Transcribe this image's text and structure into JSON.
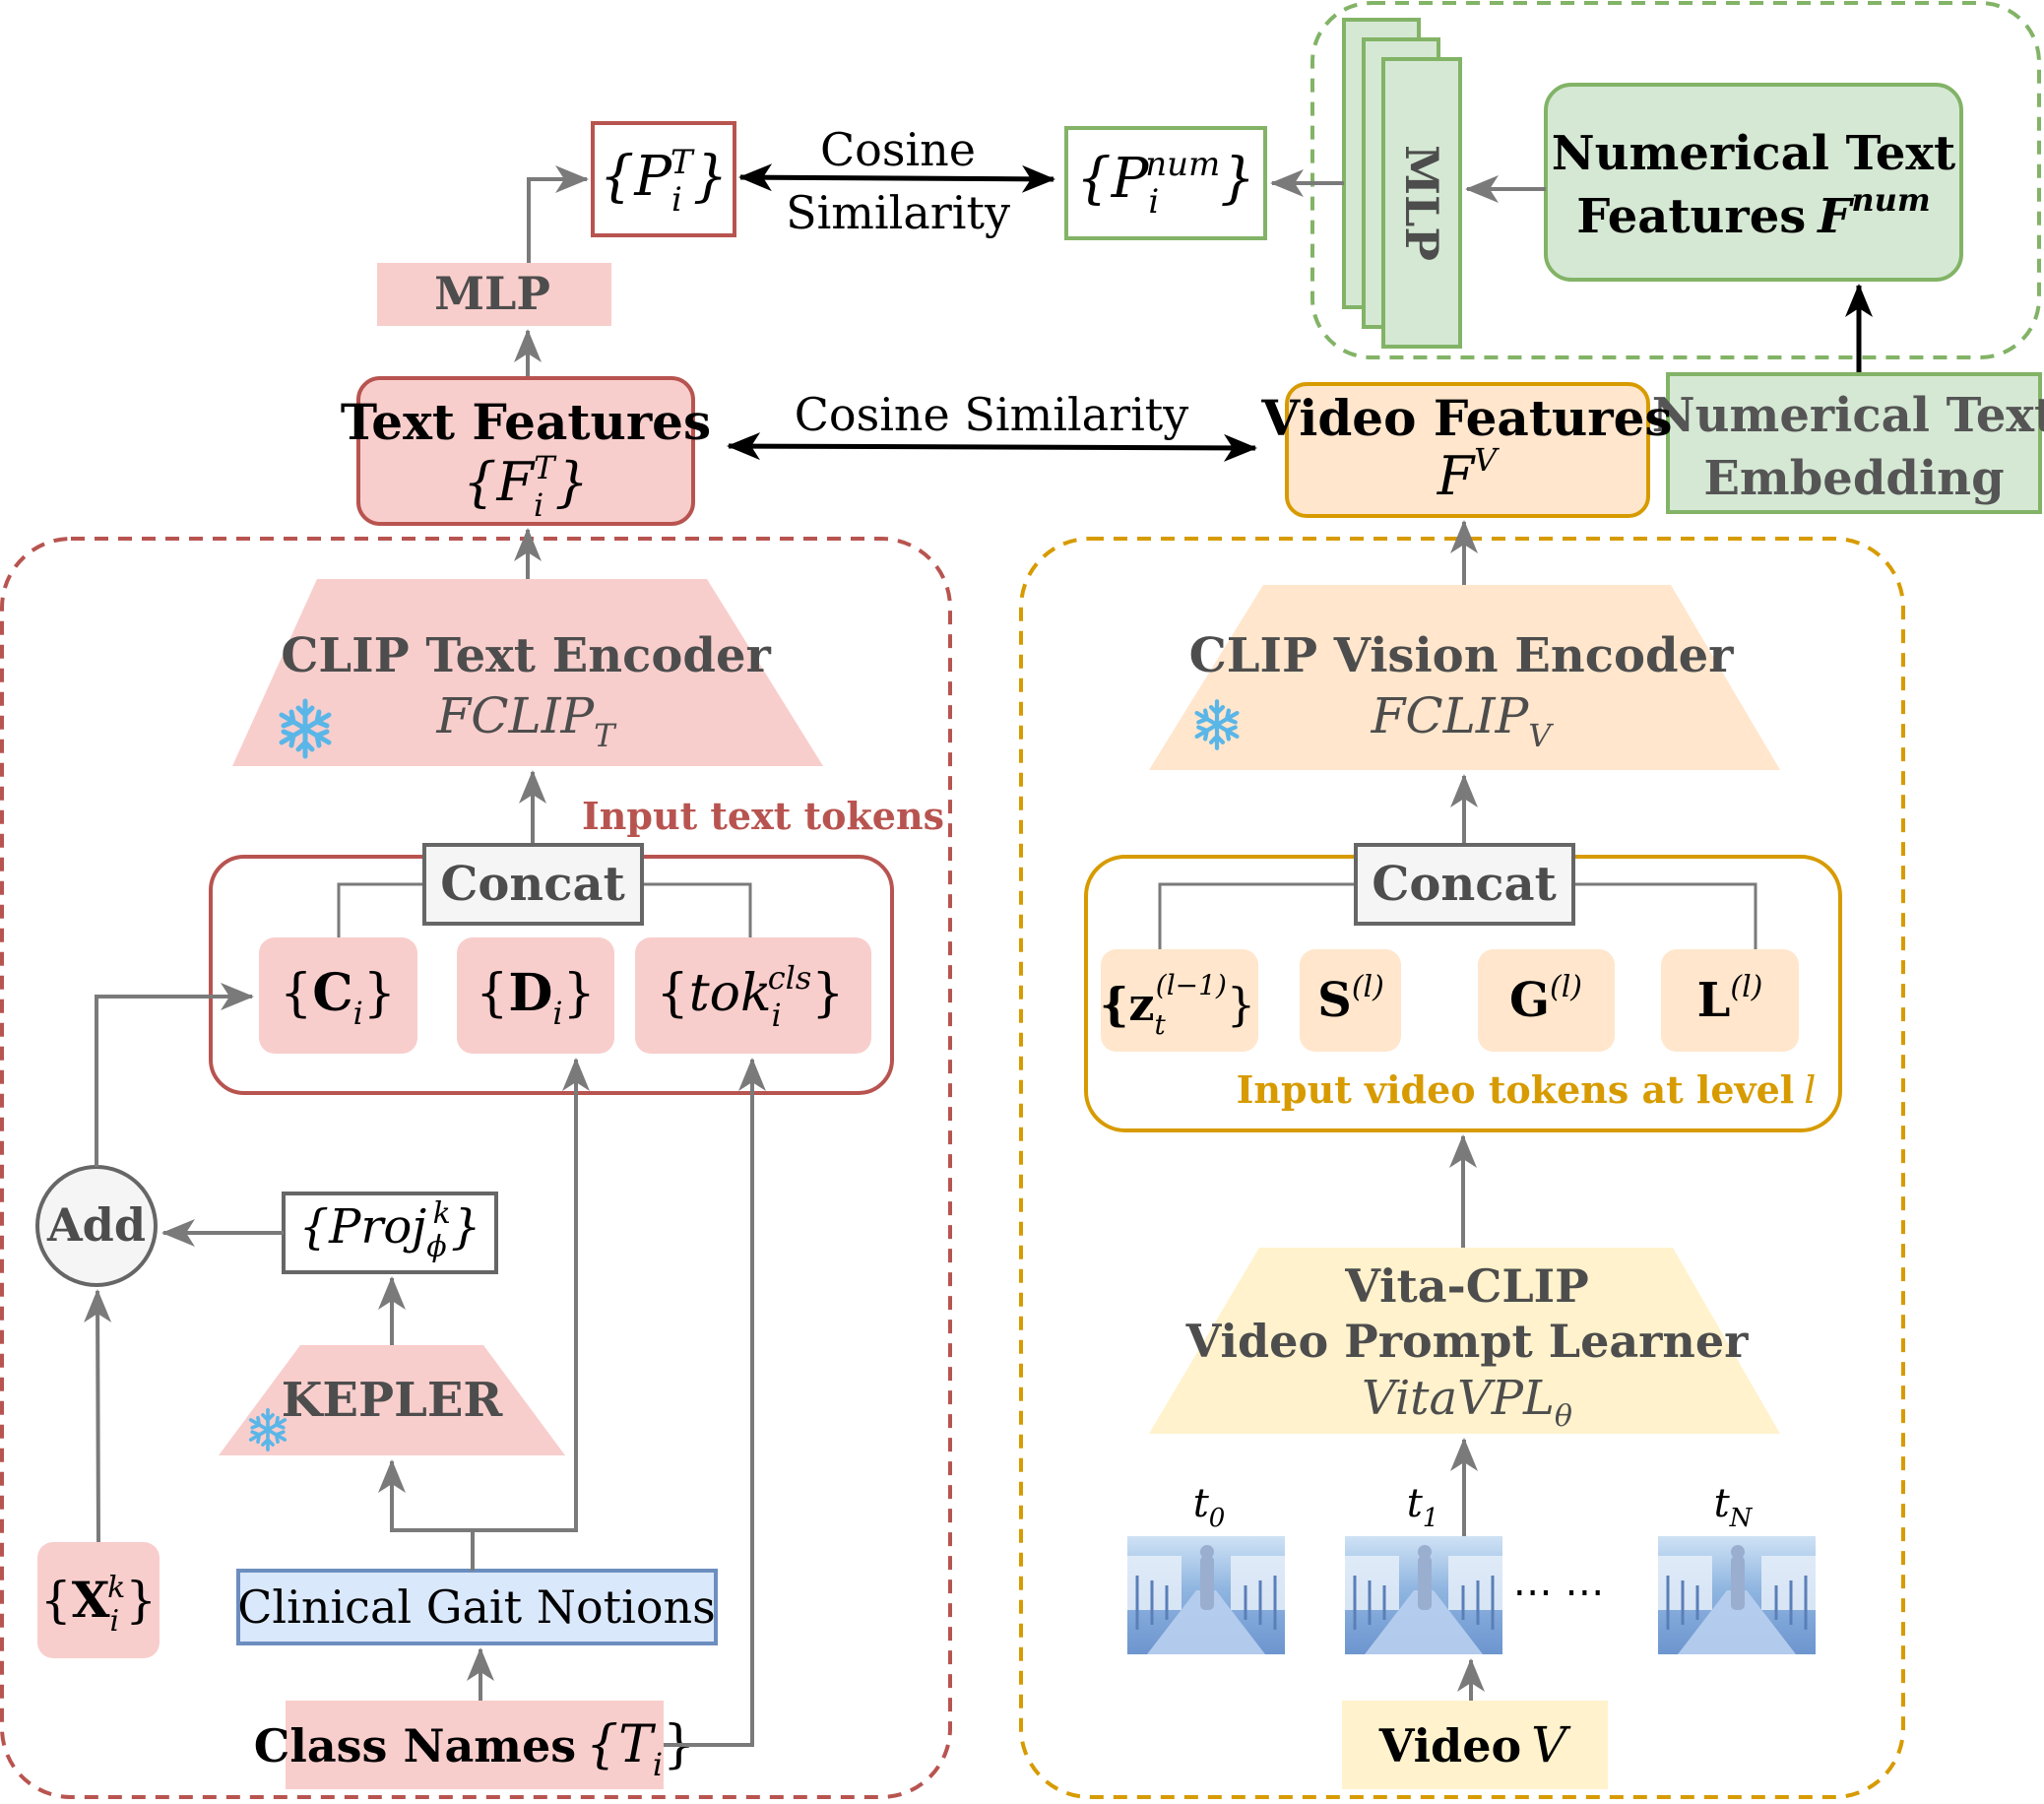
{
  "colors": {
    "red_fill": "#f8cecc",
    "red_stroke": "#b85450",
    "orange_fill": "#ffe6cc",
    "orange_stroke": "#d79b00",
    "yellow_fill": "#fff2cc",
    "green_fill": "#d5e8d4",
    "green_stroke": "#82b366",
    "blue_fill": "#dae8fc",
    "blue_stroke": "#6c8ebf",
    "gray_fill": "#f5f5f5",
    "gray_stroke": "#666666",
    "arrow": "#7a7a7a"
  },
  "icons": [
    "snowflake-icon",
    "video-frame-thumbnail"
  ],
  "top": {
    "p_text": {
      "base": "{P",
      "sub": "i",
      "sup": "T",
      "close": "}"
    },
    "p_num": {
      "base": "{P",
      "sub": "i",
      "sup": "num",
      "close": "}"
    },
    "cos_top_line1": "Cosine",
    "cos_top_line2": "Similarity",
    "mlp_left": "MLP",
    "mlp_stack": "MLP",
    "num_features_line1": "Numerical Text",
    "num_features_line2": "Features",
    "num_features_sym": "F",
    "num_features_sup": "num",
    "num_embedding_line1": "Numerical Text",
    "num_embedding_line2": "Embedding"
  },
  "middle": {
    "text_features_title": "Text Features",
    "text_features_sym": "{F",
    "text_features_sub": "i",
    "text_features_sup": "T",
    "text_features_close": "}",
    "cos_mid": "Cosine Similarity",
    "video_features_title": "Video Features",
    "video_features_sym": "F",
    "video_features_sup": "V"
  },
  "left": {
    "encoder_title": "CLIP Text Encoder",
    "encoder_sym": "FCLIP",
    "encoder_sub": "T",
    "input_label": "Input text tokens",
    "concat": "Concat",
    "tok_c": {
      "open": "{",
      "sym": "C",
      "sub": "i",
      "close": "}"
    },
    "tok_d": {
      "open": "{",
      "sym": "D",
      "sub": "i",
      "close": "}"
    },
    "tok_cls": {
      "open": "{",
      "sym": "tok",
      "sub": "i",
      "sup": "cls",
      "close": "}"
    },
    "add": "Add",
    "proj": {
      "open": "{",
      "sym": "Proj",
      "sub": "ϕ",
      "sup": "k",
      "close": "}"
    },
    "kepler": "KEPLER",
    "x_token": {
      "open": "{",
      "sym": "X",
      "sub": "i",
      "sup": "k",
      "close": "}"
    },
    "gait_notions": "Clinical Gait Notions",
    "class_names": "Class Names",
    "class_sym": "{T",
    "class_sub": "i",
    "class_close": "}"
  },
  "right": {
    "encoder_title": "CLIP Vision Encoder",
    "encoder_sym": "FCLIP",
    "encoder_sub": "V",
    "concat": "Concat",
    "tok_z": {
      "sym": "{z",
      "sub": "t",
      "sup": "(l−1)",
      "close": "}"
    },
    "tok_s": {
      "sym": "S",
      "sup": "(l)"
    },
    "tok_g": {
      "sym": "G",
      "sup": "(l)"
    },
    "tok_l": {
      "sym": "L",
      "sup": "(l)"
    },
    "input_label": "Input video tokens at level",
    "input_label_sym": "l",
    "vpl_line1": "Vita-CLIP",
    "vpl_line2": "Video Prompt Learner",
    "vpl_sym": "VitaVPL",
    "vpl_sub": "θ",
    "frames": [
      {
        "sym": "t",
        "sub": "0"
      },
      {
        "sym": "t",
        "sub": "1"
      },
      {
        "sym": "t",
        "sub": "N"
      }
    ],
    "ellipsis": "⋯ ⋯",
    "video": "Video",
    "video_sym": "V"
  }
}
